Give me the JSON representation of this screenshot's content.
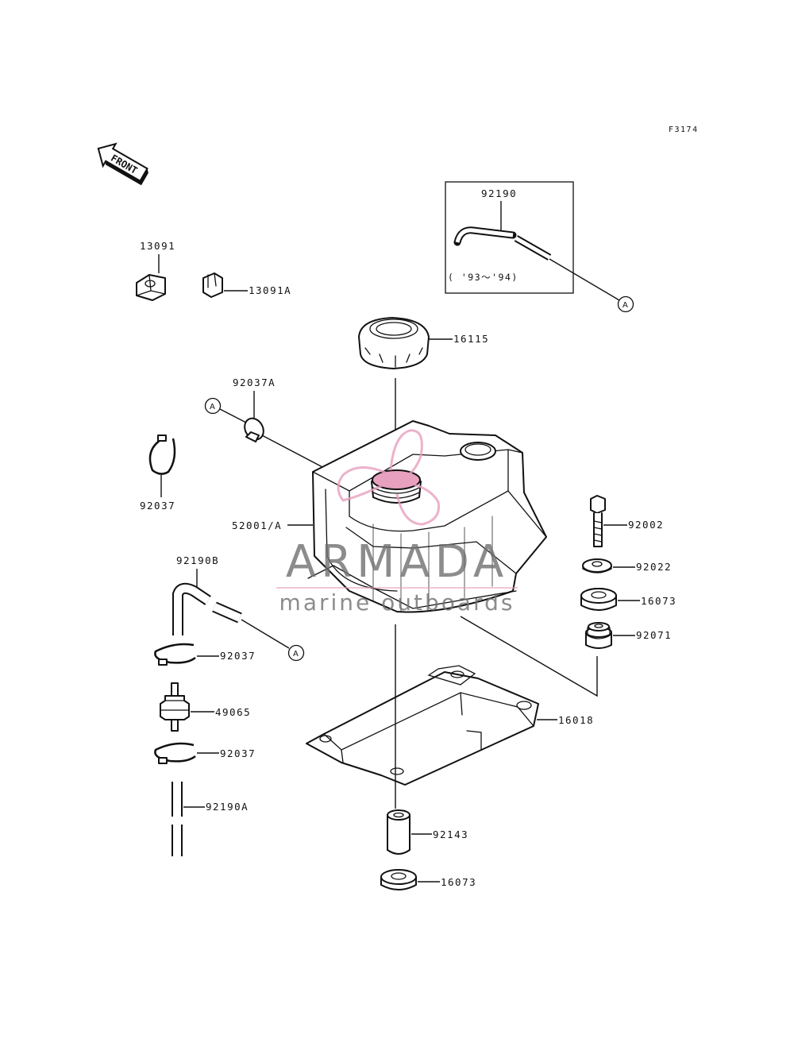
{
  "figure_code": "F3174",
  "front_label": "FRONT",
  "inset_note": "( '93～'94)",
  "callout_letter": "A",
  "parts": {
    "p92190": "92190",
    "p13091": "13091",
    "p13091A": "13091A",
    "p16115": "16115",
    "p92037A": "92037A",
    "p92037_left": "92037",
    "p52001A": "52001/A",
    "p92002": "92002",
    "p92022": "92022",
    "p16073_right": "16073",
    "p92071": "92071",
    "p92190B": "92190B",
    "p92037_hose1": "92037",
    "p49065": "49065",
    "p92037_hose2": "92037",
    "p92190A": "92190A",
    "p16018": "16018",
    "p92143": "92143",
    "p16073_bottom": "16073"
  },
  "watermark": {
    "brand": "ARMADA",
    "tagline": "marine outboards",
    "brand_color": "#707070",
    "logo_color": "#e8a0bf"
  }
}
